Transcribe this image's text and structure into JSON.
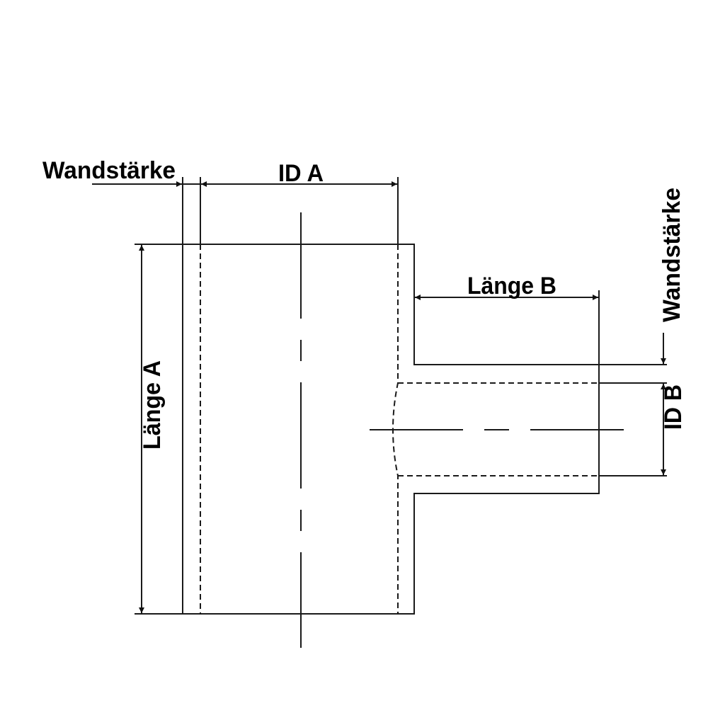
{
  "diagram": {
    "labels": {
      "wall_thickness_top": "Wandstärke",
      "id_a": "ID A",
      "length_a": "Länge A",
      "length_b": "Länge B",
      "wall_thickness_right": "Wandstärke",
      "id_b": "ID B"
    },
    "colors": {
      "line": "#1a1a1a",
      "text": "#000000",
      "background": "#ffffff"
    }
  }
}
